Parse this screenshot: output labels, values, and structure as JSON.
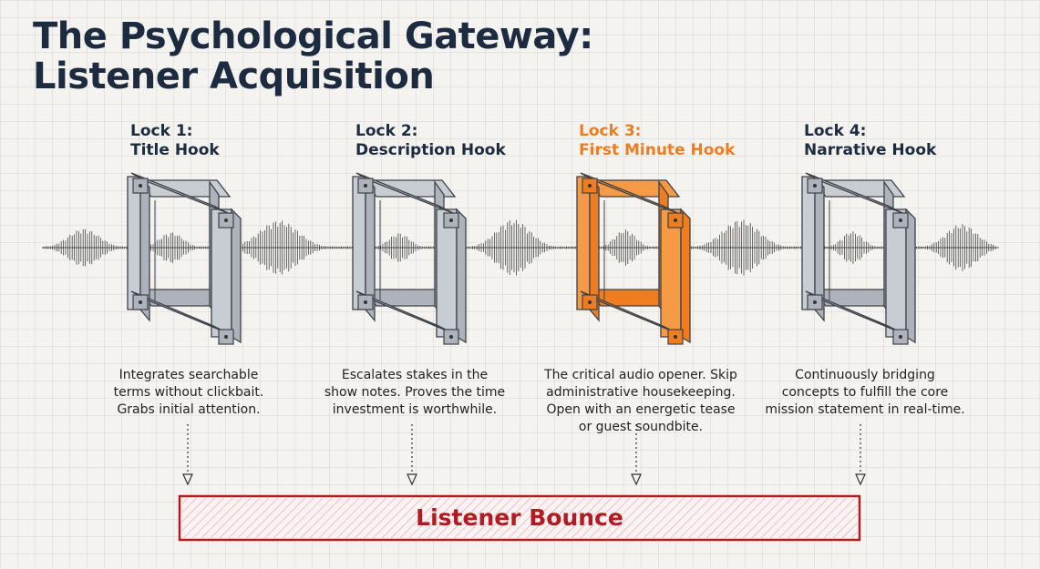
{
  "title": {
    "line1": "The Psychological Gateway:",
    "line2": "Listener Acquisition"
  },
  "colors": {
    "navy": "#1c2b40",
    "accent_orange": "#ee7d22",
    "bounce_red": "#b01c22",
    "frame_gray": "#b9bec6"
  },
  "locks": [
    {
      "number": "Lock 1:",
      "name": "Title Hook",
      "description": [
        "Integrates searchable",
        "terms without clickbait.",
        "Grabs initial attention."
      ],
      "highlighted": false
    },
    {
      "number": "Lock 2:",
      "name": "Description Hook",
      "description": [
        "Escalates stakes in the",
        "show notes. Proves the time",
        "investment is worthwhile."
      ],
      "highlighted": false
    },
    {
      "number": "Lock 3:",
      "name": "First Minute Hook",
      "description": [
        "The critical audio opener. Skip",
        "administrative housekeeping.",
        "Open with an energetic tease",
        "or guest soundbite."
      ],
      "highlighted": true
    },
    {
      "number": "Lock 4:",
      "name": "Narrative Hook",
      "description": [
        "Continuously bridging",
        "concepts to fulfill the core",
        "mission statement in real-time."
      ],
      "highlighted": false
    }
  ],
  "bounce": {
    "label": "Listener Bounce"
  }
}
